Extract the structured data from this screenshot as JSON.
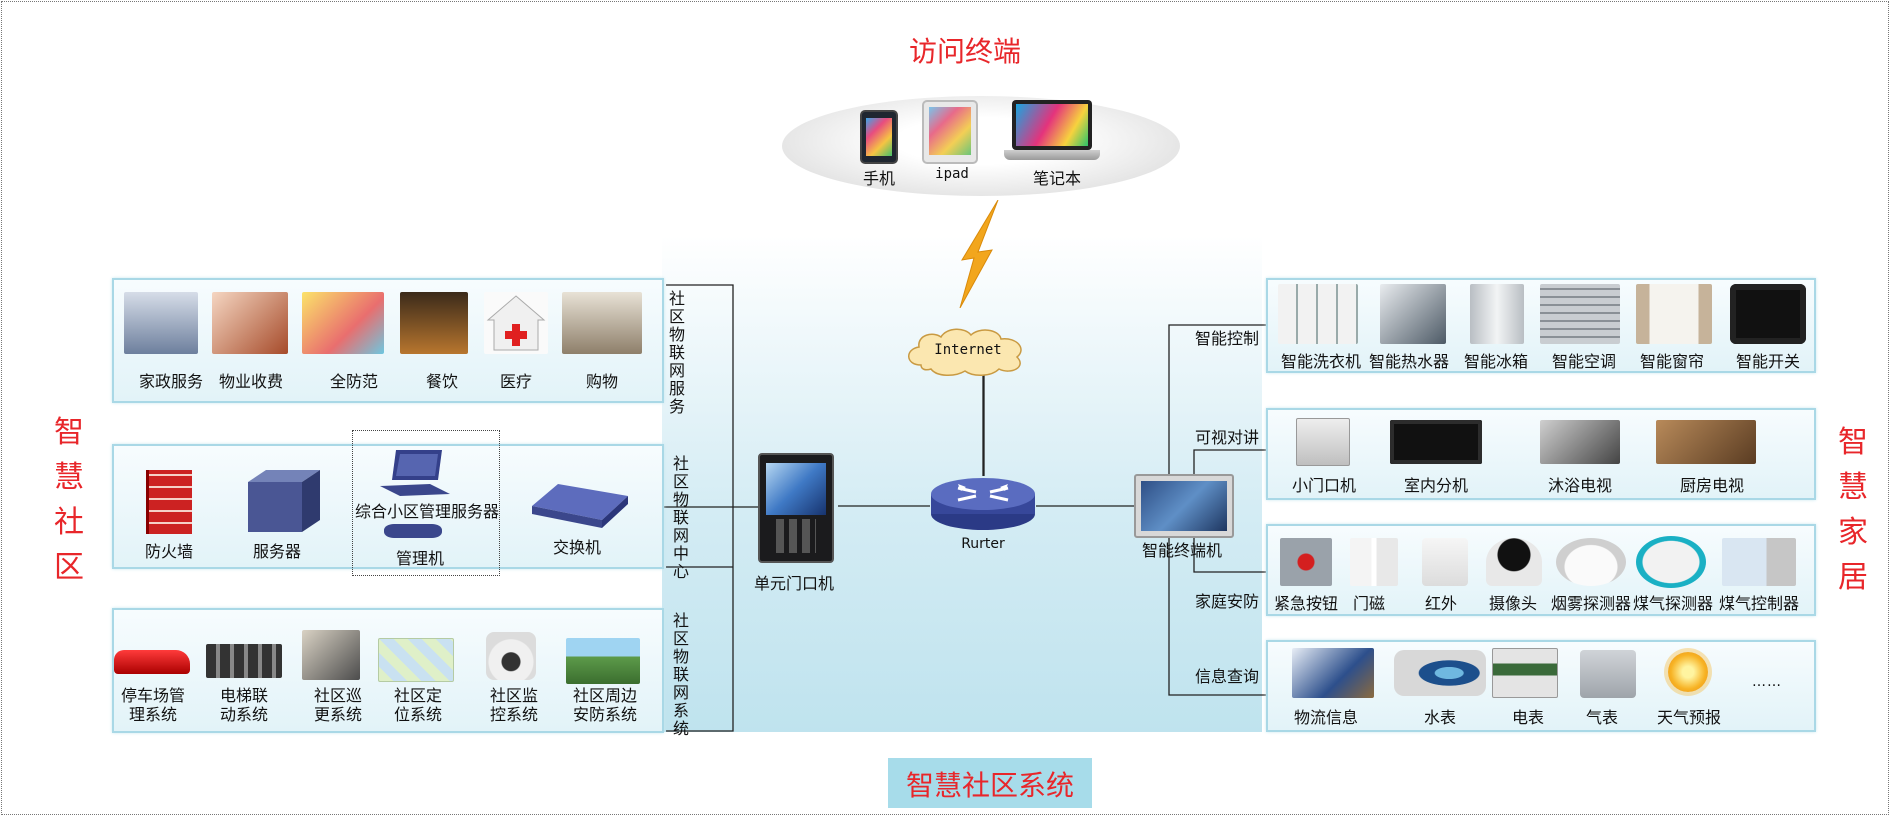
{
  "access": {
    "title": "访问终端",
    "devices": [
      "手机",
      "ipad",
      "笔记本"
    ]
  },
  "network": {
    "internet": "Internet",
    "router": "Rurter",
    "door_unit": "单元门口机",
    "home_terminal": "智能终端机"
  },
  "community": {
    "side_title": [
      "智",
      "慧",
      "社",
      "区"
    ],
    "service_label": "社区物联网服务",
    "center_label": "社区物联网中心",
    "system_label": "社区物联网系统",
    "services": [
      "家政服务",
      "物业收费",
      "全防范",
      "餐饮",
      "医疗",
      "购物"
    ],
    "center": {
      "firewall": "防火墙",
      "server": "服务器",
      "mgmt_server": "综合小区管理服务器",
      "mgmt_machine": "管理机",
      "switch": "交换机"
    },
    "systems": [
      {
        "line1": "停车场管",
        "line2": "理系统"
      },
      {
        "line1": "电梯联",
        "line2": "动系统"
      },
      {
        "line1": "社区巡",
        "line2": "更系统"
      },
      {
        "line1": "社区定",
        "line2": "位系统"
      },
      {
        "line1": "社区监",
        "line2": "控系统"
      },
      {
        "line1": "社区周边",
        "line2": "安防系统"
      }
    ]
  },
  "home": {
    "side_title": [
      "智",
      "慧",
      "家",
      "居"
    ],
    "control_label": "智能控制",
    "intercom_label": "可视对讲",
    "security_label": "家庭安防",
    "info_label": "信息查询",
    "control": [
      "智能洗衣机",
      "智能热水器",
      "智能冰箱",
      "智能空调",
      "智能窗帘",
      "智能开关"
    ],
    "intercom": [
      "小门口机",
      "室内分机",
      "沐浴电视",
      "厨房电视"
    ],
    "security": [
      "紧急按钮",
      "门磁",
      "红外",
      "摄像头",
      "烟雾探测器",
      "煤气探测器",
      "煤气控制器"
    ],
    "info": [
      "物流信息",
      "水表",
      "电表",
      "气表",
      "天气预报",
      "……"
    ]
  },
  "footer": {
    "title": "智慧社区系统"
  },
  "colors": {
    "accent_red": "#e8262a",
    "panel_border": "#a9d8e6",
    "bolt": "#f2a61d",
    "footer_bg": "#a7dcea"
  }
}
